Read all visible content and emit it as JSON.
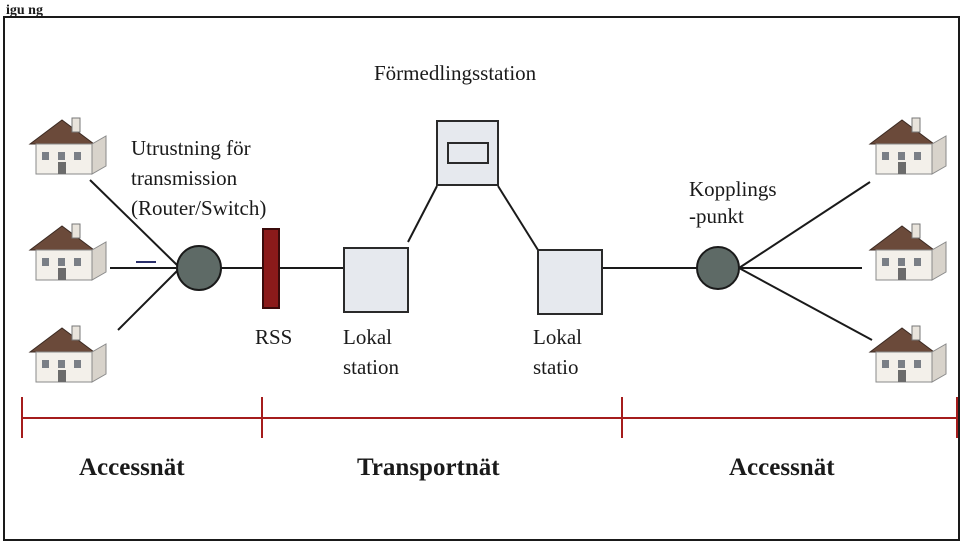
{
  "figure_header": "igu           ng",
  "labels": {
    "formedling": "Förmedlingsstation",
    "utrustning_1": "Utrustning för",
    "utrustning_2": "transmission",
    "utrustning_3": "(Router/Switch)",
    "kopplings_1": "Kopplings",
    "kopplings_2": "-punkt",
    "rss": "RSS",
    "lokal_left_1": "Lokal",
    "lokal_left_2": "station",
    "lokal_right_1": "Lokal",
    "lokal_right_2": "statio"
  },
  "segments": {
    "left": "Accessnät",
    "middle": "Transportnät",
    "right": "Accessnät"
  },
  "colors": {
    "segment_line": "#a51c1c",
    "rss_block": "#8b1a1a",
    "node_fill": "#5e6a66",
    "box_fill": "#e6e9ee"
  },
  "icons": [
    "house-icon"
  ]
}
